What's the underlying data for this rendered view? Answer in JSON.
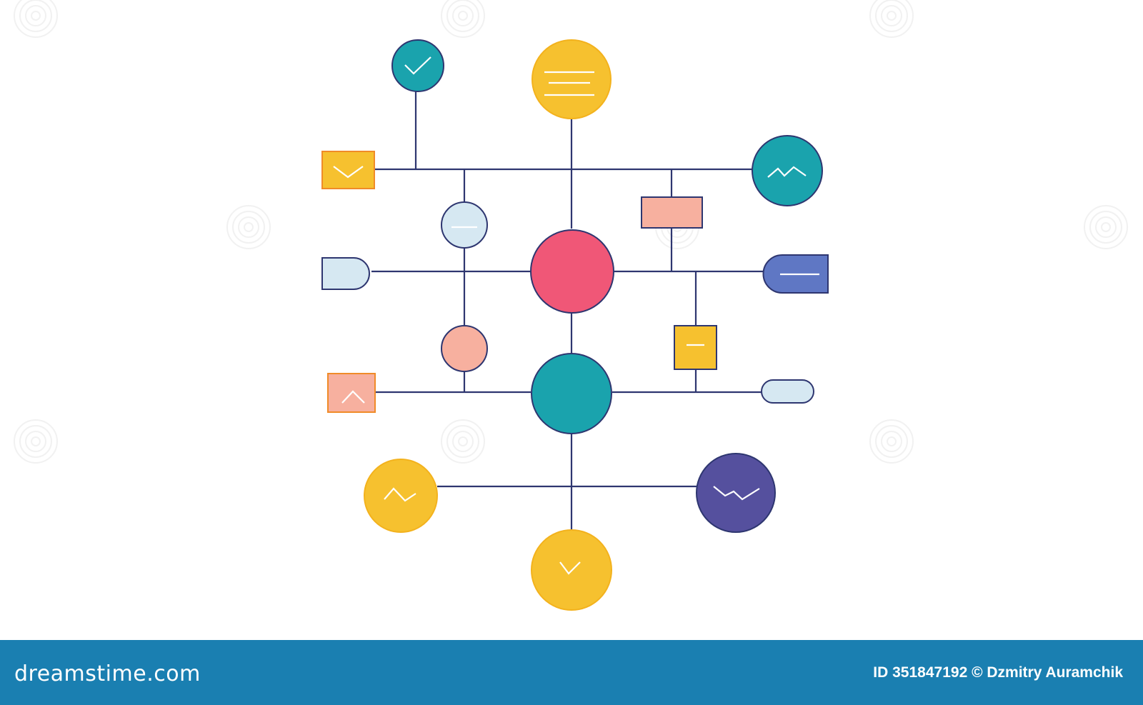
{
  "footer": {
    "brand": "dreamstime.com",
    "credit": "ID 351847192 © Dzmitry Auramchik"
  },
  "palette": {
    "line": "#2e3670",
    "teal": "#1aa3ad",
    "yellow": "#f6c12f",
    "pink": "#f05777",
    "salmon": "#f7b09f",
    "light_blue": "#d6e8f2",
    "blue": "#5f77c4",
    "indigo": "#55509e",
    "footer_bg": "#1a7fb1"
  },
  "nodes": [
    {
      "name": "teal-check-circle",
      "shape": "circle",
      "color": "teal",
      "icon": "check-icon"
    },
    {
      "name": "yellow-lines-circle",
      "shape": "circle",
      "color": "yellow",
      "icon": "lines-icon"
    },
    {
      "name": "yellow-chevron-box",
      "shape": "rect",
      "color": "yellow",
      "icon": "chevron-down-icon"
    },
    {
      "name": "teal-zigzag-circle",
      "shape": "circle",
      "color": "teal",
      "icon": "zigzag-icon"
    },
    {
      "name": "light-blue-dash-circle",
      "shape": "circle",
      "color": "light_blue",
      "icon": "dash-icon"
    },
    {
      "name": "salmon-rect",
      "shape": "rect",
      "color": "salmon",
      "icon": "none"
    },
    {
      "name": "light-blue-tab",
      "shape": "tab",
      "color": "light_blue",
      "icon": "none"
    },
    {
      "name": "pink-hub-circle",
      "shape": "circle",
      "color": "pink",
      "icon": "none"
    },
    {
      "name": "blue-dash-tab",
      "shape": "tab",
      "color": "blue",
      "icon": "dash-icon"
    },
    {
      "name": "salmon-circle",
      "shape": "circle",
      "color": "salmon",
      "icon": "none"
    },
    {
      "name": "yellow-dash-box",
      "shape": "rect",
      "color": "yellow",
      "icon": "dash-icon"
    },
    {
      "name": "salmon-chevron-up-box",
      "shape": "rect",
      "color": "salmon",
      "icon": "chevron-up-icon"
    },
    {
      "name": "teal-hub-circle",
      "shape": "circle",
      "color": "teal",
      "icon": "none"
    },
    {
      "name": "light-blue-pill",
      "shape": "pill",
      "color": "light_blue",
      "icon": "none"
    },
    {
      "name": "yellow-wave-circle",
      "shape": "circle",
      "color": "yellow",
      "icon": "wave-icon"
    },
    {
      "name": "indigo-zigzag-circle",
      "shape": "circle",
      "color": "indigo",
      "icon": "zigzag-icon"
    },
    {
      "name": "yellow-chevron-circle",
      "shape": "circle",
      "color": "yellow",
      "icon": "chevron-down-icon"
    }
  ]
}
